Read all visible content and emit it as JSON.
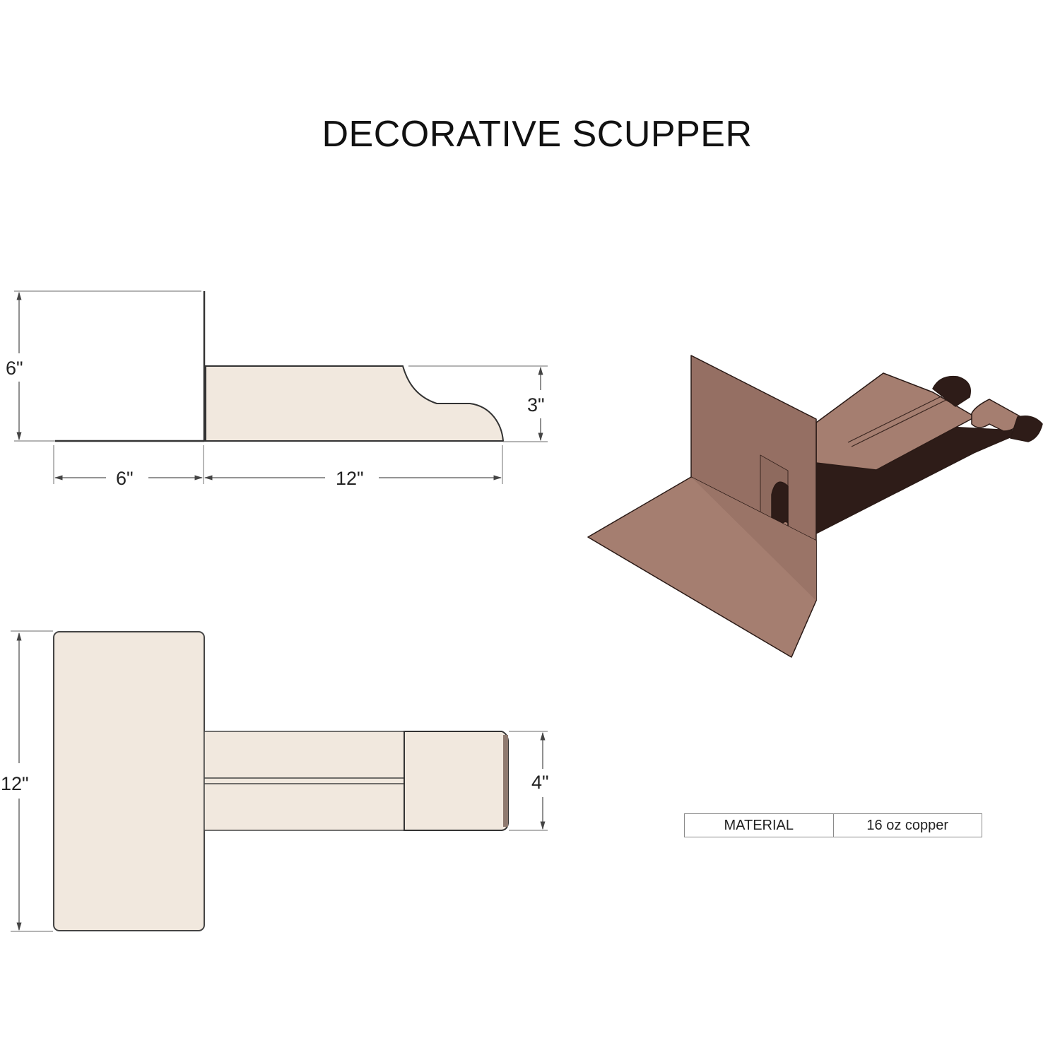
{
  "title": "DECORATIVE SCUPPER",
  "side_view": {
    "dims": {
      "flange_height": "6\"",
      "flange_width": "6\"",
      "spout_length": "12\"",
      "spout_height": "3\""
    }
  },
  "top_view": {
    "dims": {
      "flange_length": "12\"",
      "spout_width": "4\""
    }
  },
  "isometric_view": {
    "colors": {
      "copper_light": "#a57e70",
      "copper_mid": "#956f63",
      "copper_dark": "#2e1c18"
    }
  },
  "spec_table": {
    "rows": [
      {
        "label": "MATERIAL",
        "value": "16 oz copper"
      }
    ]
  },
  "colors": {
    "drawing_fill": "#f1e8de",
    "line": "#333333",
    "dim_line": "#555555"
  }
}
